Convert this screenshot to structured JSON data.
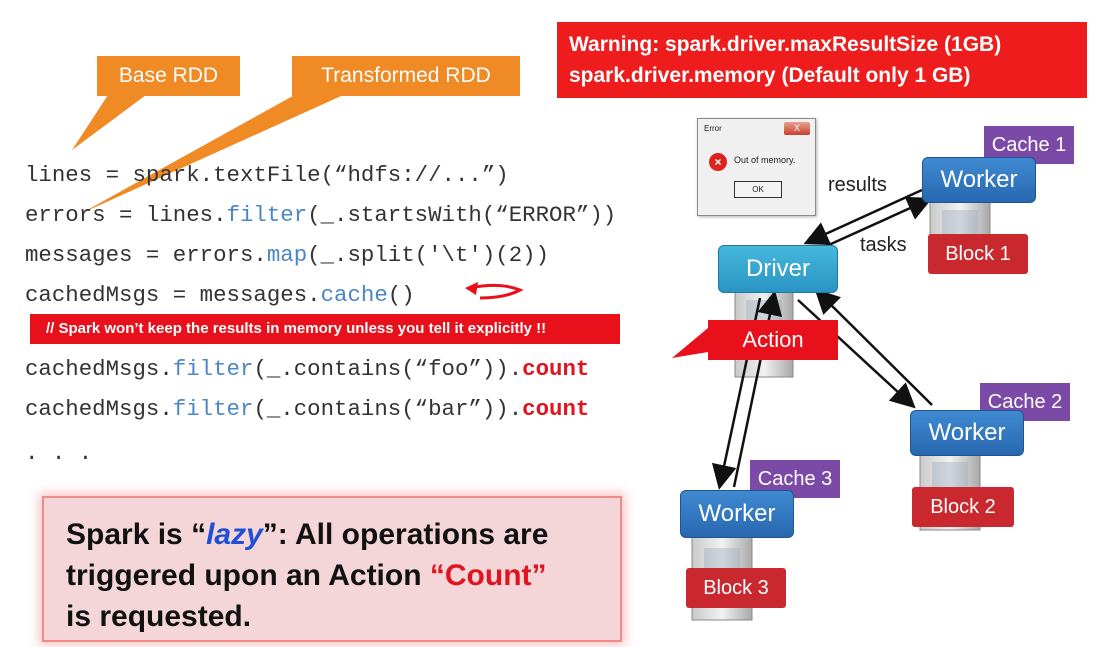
{
  "callouts": {
    "base": "Base RDD",
    "transformed": "Transformed RDD"
  },
  "warning": {
    "line1": "Warning:  spark.driver.maxResultSize (1GB)",
    "line2": "spark.driver.memory (Default only 1 GB)"
  },
  "code": {
    "l1_a": "lines = spark.textFile(“hdfs://...”)",
    "l2_a": "errors = lines.",
    "l2_fn": "filter",
    "l2_b": "(_.startsWith(“ERROR”))",
    "l3_a": "messages = errors.",
    "l3_fn": "map",
    "l3_b": "(_.split('\\t')(2))",
    "l4_a": "cachedMsgs = messages.",
    "l4_fn": "cache",
    "l4_b": "()",
    "l5_a": "cachedMsgs.",
    "l5_fn": "filter",
    "l5_b": "(_.contains(“foo”)).",
    "l5_kw": "count",
    "l6_a": "cachedMsgs.",
    "l6_fn": "filter",
    "l6_b": "(_.contains(“bar”)).",
    "l6_kw": "count",
    "l7": ". . ."
  },
  "note": "// Spark won’t keep the results in memory unless you tell it explicitly !!",
  "lazy": {
    "p1": "Spark is “",
    "p2": "lazy",
    "p3": "”: All operations are",
    "line2_a": "triggered upon an Action ",
    "line2_b": "“Count”",
    "line3": "is requested."
  },
  "dialog": {
    "title": "Error",
    "message": "Out of memory.",
    "ok": "OK",
    "close": "X"
  },
  "diagram": {
    "driver": "Driver",
    "worker": "Worker",
    "cache1": "Cache 1",
    "cache2": "Cache 2",
    "cache3": "Cache 3",
    "block1": "Block 1",
    "block2": "Block 2",
    "block3": "Block 3",
    "results": "results",
    "tasks": "tasks",
    "action": "Action"
  }
}
